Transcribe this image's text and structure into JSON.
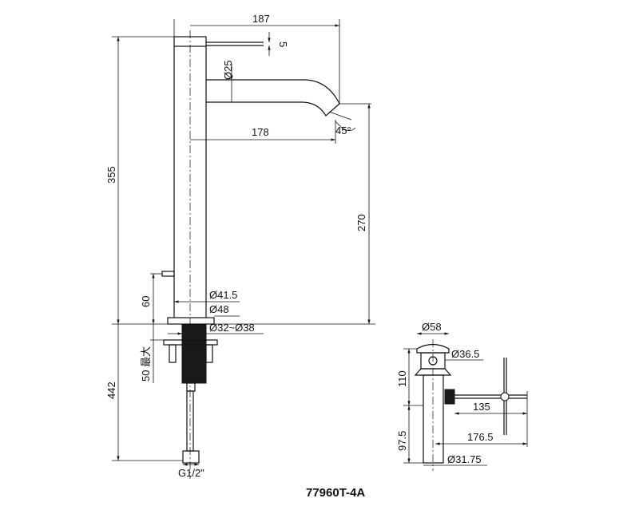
{
  "title": "77960T-4A",
  "faucet": {
    "spout_reach": "187",
    "handle_offset": "5",
    "spout_diameter": "Ø25",
    "spout_inner_reach": "178",
    "spout_angle": "45°",
    "total_height": "355",
    "spout_height": "270",
    "body_diameter": "Ø41.5",
    "base_diameter": "Ø48",
    "hole_diameter": "Ø32~Ø38",
    "handle_height": "60",
    "max_deck_thickness": "50 最大",
    "hose_length": "442",
    "connection": "G1/2\""
  },
  "drain": {
    "cap_diameter": "Ø58",
    "flange_diameter": "Ø36.5",
    "upper_height": "110",
    "lower_height": "97.5",
    "lever_length": "135",
    "rod_length": "176.5",
    "pipe_diameter": "Ø31.75"
  }
}
